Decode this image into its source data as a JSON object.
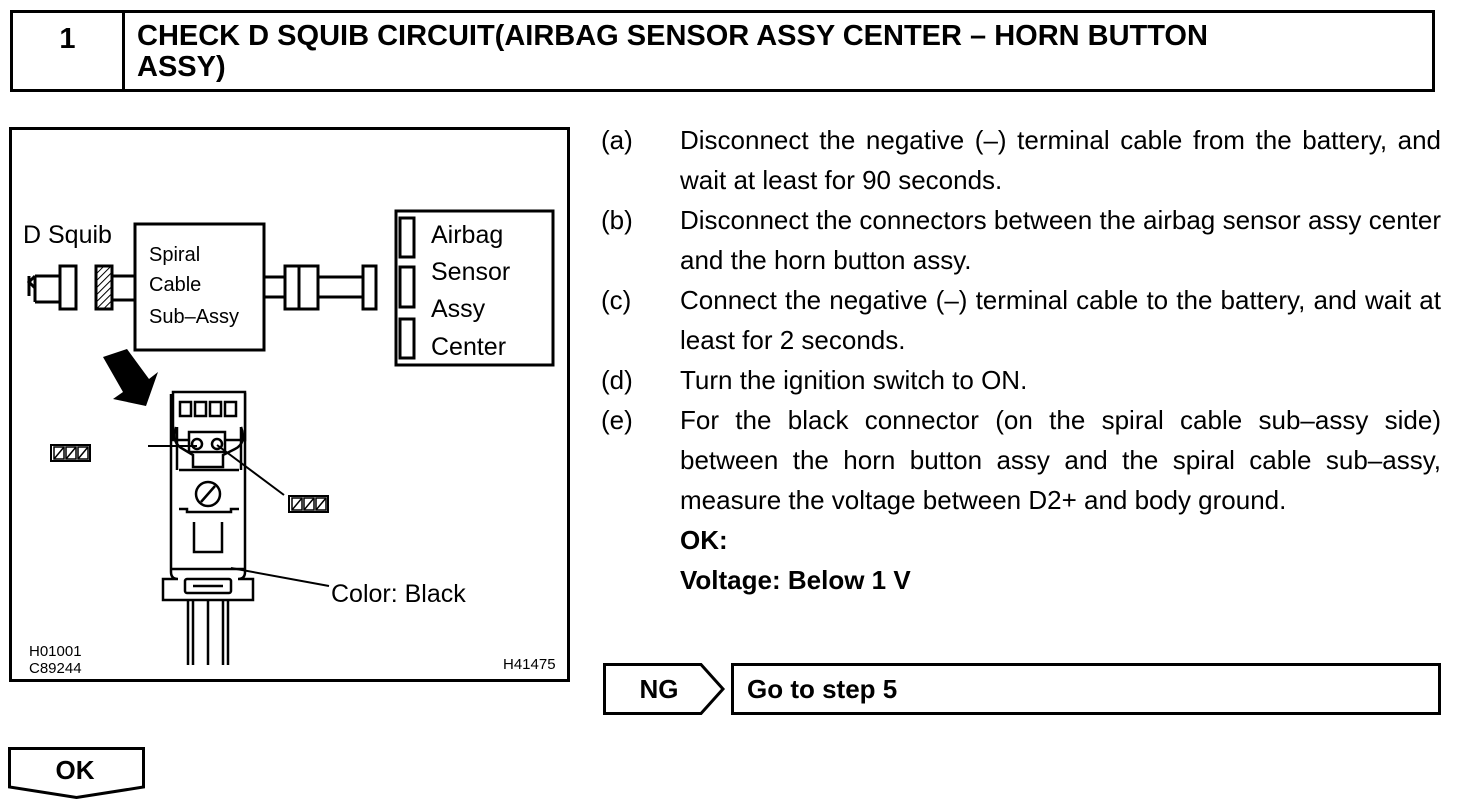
{
  "step": {
    "number": "1",
    "title_line1": "CHECK D SQUIB CIRCUIT(AIRBAG SENSOR ASSY CENTER – HORN BUTTON",
    "title_line2": "ASSY)"
  },
  "figure": {
    "d_squib": "D Squib",
    "spiral_line1": "Spiral",
    "spiral_line2": "Cable",
    "spiral_line3": "Sub–Assy",
    "airbag_line1": "Airbag",
    "airbag_line2": "Sensor",
    "airbag_line3": "Assy",
    "airbag_line4": "Center",
    "color_label": "Color: Black",
    "code_left1": "H01001",
    "code_left2": "C89244",
    "code_right": "H41475"
  },
  "instructions": [
    {
      "label": "(a)",
      "text": "Disconnect the negative (–) terminal cable from the battery, and wait at least for 90 seconds."
    },
    {
      "label": "(b)",
      "text": "Disconnect the connectors between the airbag sensor assy center and the horn button assy."
    },
    {
      "label": "(c)",
      "text": "Connect the negative (–) terminal cable to the battery, and wait at least for 2 seconds."
    },
    {
      "label": "(d)",
      "text": "Turn the ignition switch to ON."
    },
    {
      "label": "(e)",
      "text": "For the black connector (on the spiral cable sub–assy side) between the horn button assy and the spiral cable sub–assy, measure the voltage between D2+ and body ground."
    }
  ],
  "spec": {
    "ok_heading": "OK:",
    "voltage": "Voltage: Below 1 V"
  },
  "ng": {
    "label": "NG",
    "action": "Go to step 5"
  },
  "ok": {
    "label": "OK"
  }
}
